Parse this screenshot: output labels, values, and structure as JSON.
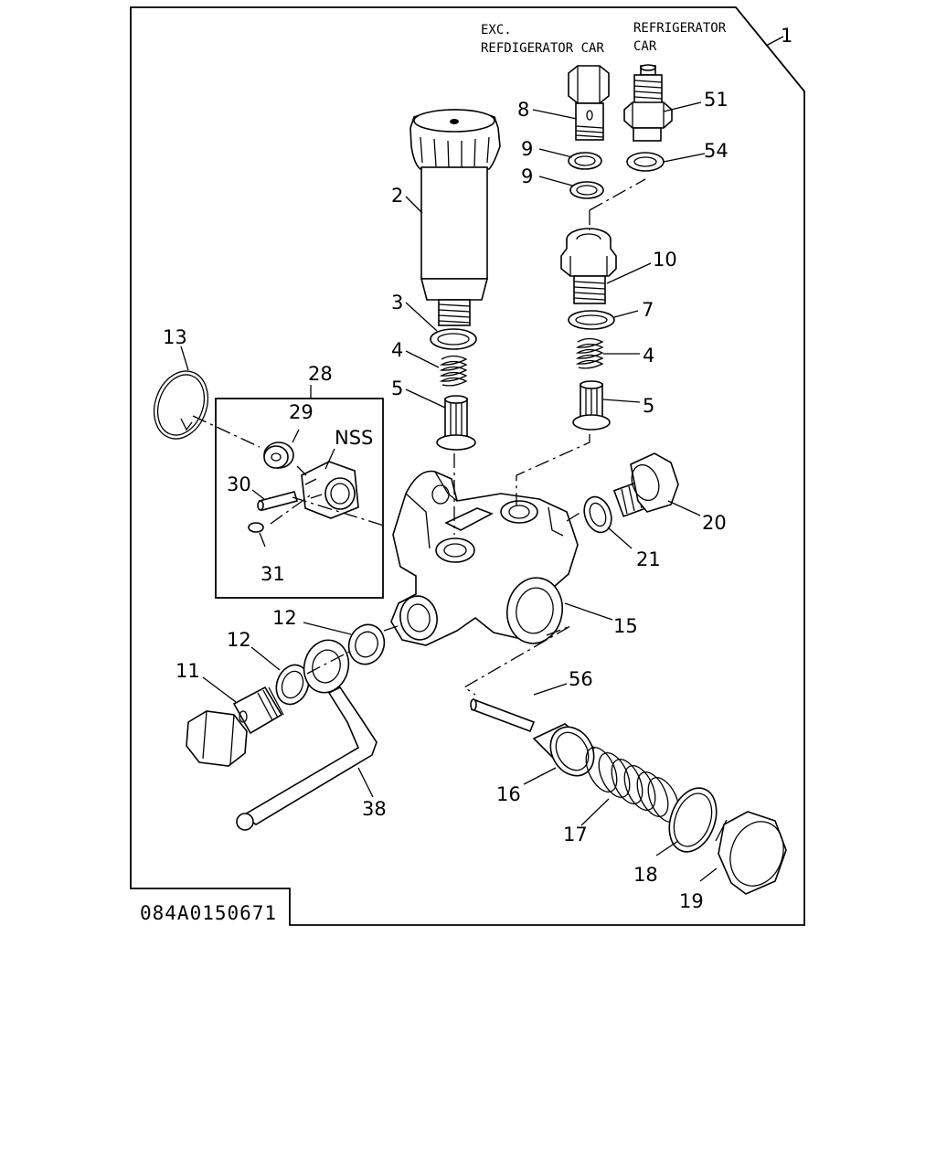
{
  "diagram": {
    "drawing_code": "084A0150671",
    "notes": {
      "exc_line1": "EXC.",
      "exc_line2": "REFDIGERATOR CAR",
      "ref_line1": "REFRIGERATOR",
      "ref_line2": "CAR"
    },
    "nss": "NSS",
    "labels": {
      "l1": "1",
      "l2": "2",
      "l3": "3",
      "l4a": "4",
      "l4b": "4",
      "l5a": "5",
      "l5b": "5",
      "l7": "7",
      "l8": "8",
      "l9a": "9",
      "l9b": "9",
      "l10": "10",
      "l11": "11",
      "l12a": "12",
      "l12b": "12",
      "l13": "13",
      "l15": "15",
      "l16": "16",
      "l17": "17",
      "l18": "18",
      "l19": "19",
      "l20": "20",
      "l21": "21",
      "l28": "28",
      "l29": "29",
      "l30": "30",
      "l31": "31",
      "l38": "38",
      "l51": "51",
      "l54": "54",
      "l56": "56"
    }
  }
}
